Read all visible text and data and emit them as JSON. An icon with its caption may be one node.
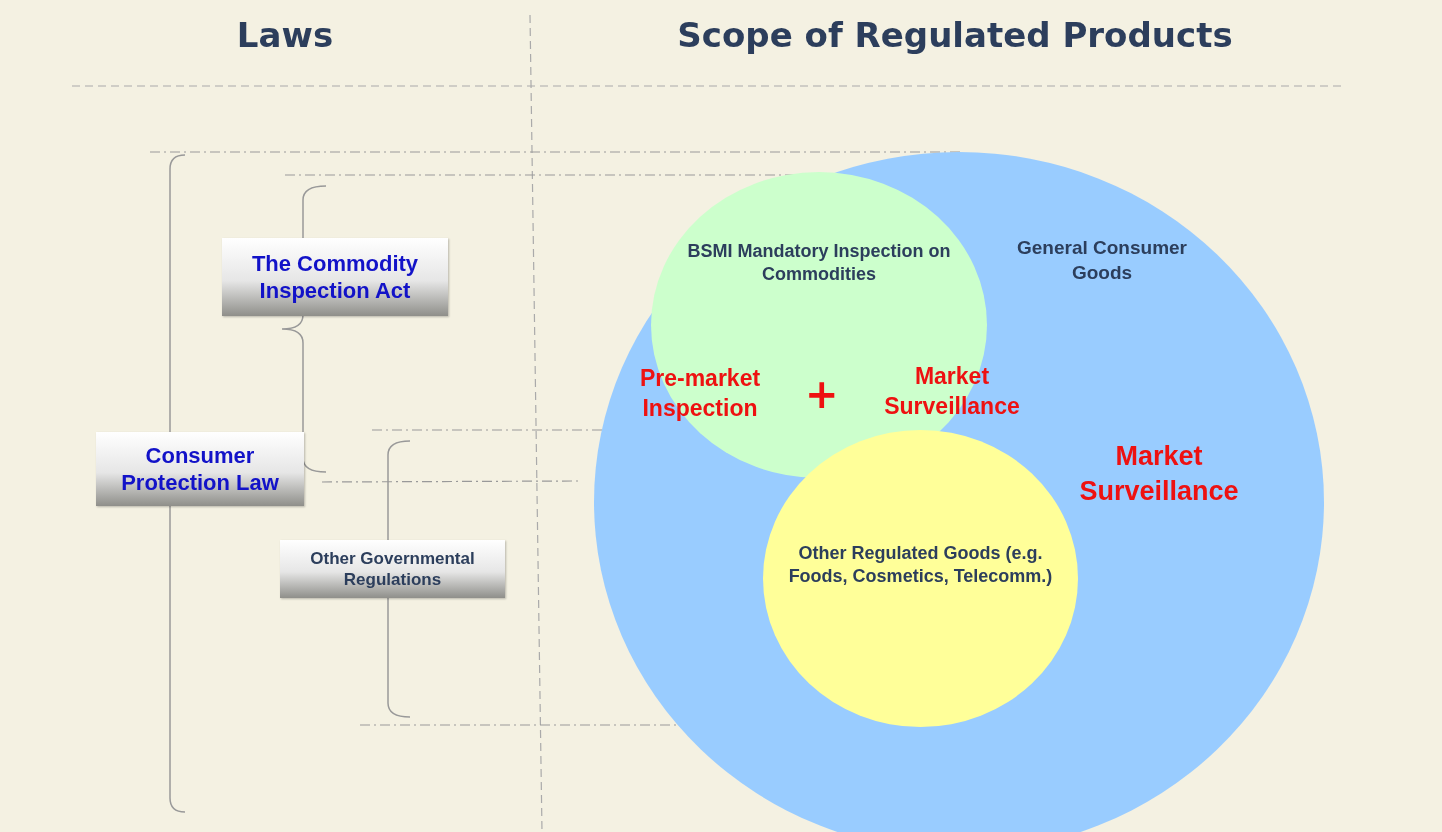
{
  "diagram": {
    "nodes": [
      {
        "text": [
          "General Consumer Goods",
          "Market Surveillance"
        ]
      },
      {
        "text": [
          "BSMI Mandatory Inspection on Commodities",
          "Pre-market Inspection",
          "Market Surveillance"
        ],
        "in": 0
      },
      {
        "text": [
          "Other Regulated Goods (e.g. Foods, Cosmetics, Telecomm.)"
        ],
        "in": 0
      },
      {
        "text": [
          "The Commodity Inspection Act"
        ]
      },
      {
        "text": [
          "Consumer Protection Law"
        ]
      },
      {
        "text": [
          "Other Governmental Regulations"
        ]
      }
    ],
    "labels": [
      "Laws",
      "Scope of Regulated Products",
      "+"
    ]
  }
}
